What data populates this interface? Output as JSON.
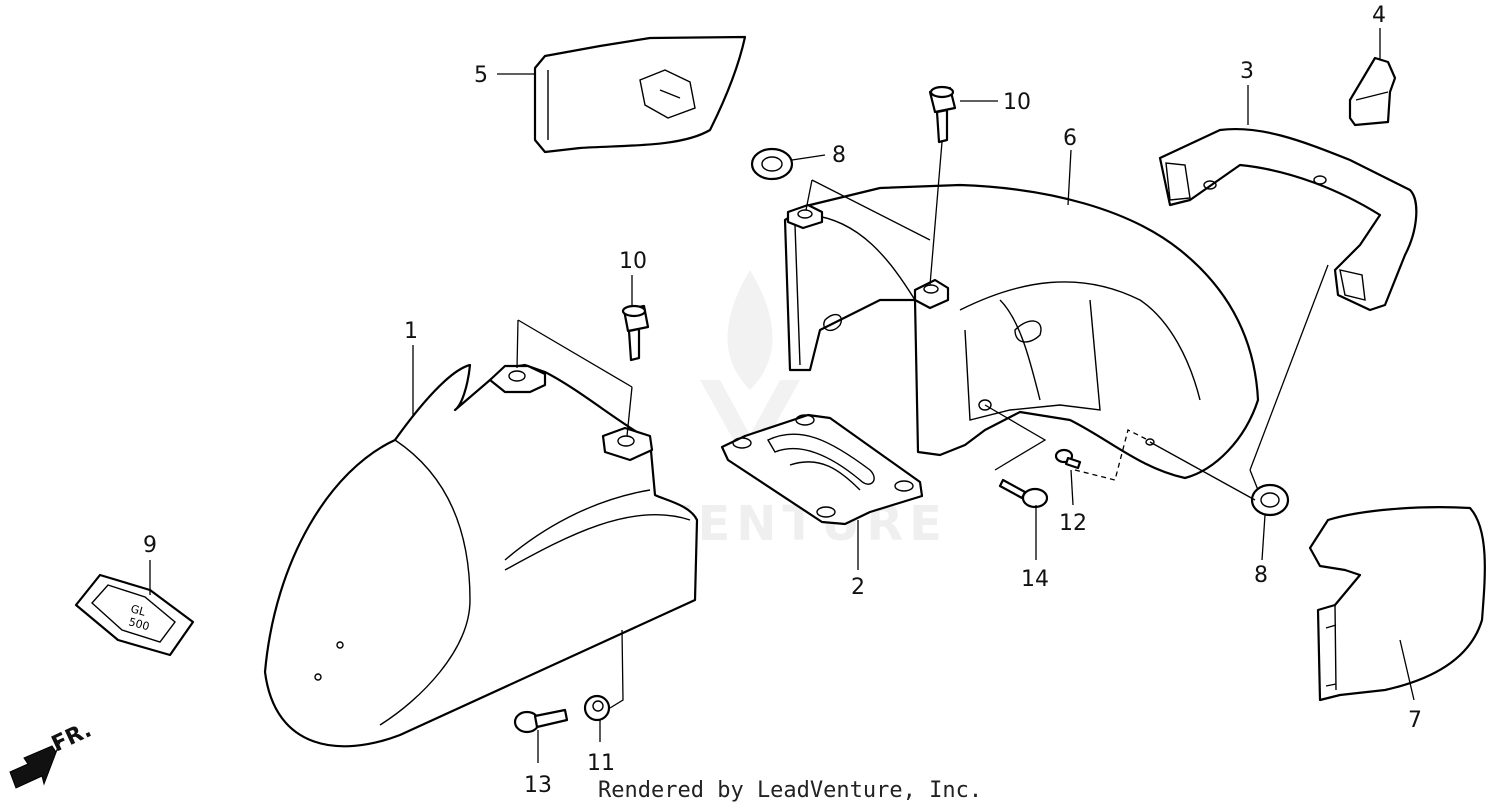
{
  "diagram": {
    "callouts": [
      {
        "id": "1",
        "label": "1"
      },
      {
        "id": "2",
        "label": "2"
      },
      {
        "id": "3",
        "label": "3"
      },
      {
        "id": "4",
        "label": "4"
      },
      {
        "id": "5",
        "label": "5"
      },
      {
        "id": "6",
        "label": "6"
      },
      {
        "id": "7",
        "label": "7"
      },
      {
        "id": "8a",
        "label": "8"
      },
      {
        "id": "8b",
        "label": "8"
      },
      {
        "id": "9",
        "label": "9"
      },
      {
        "id": "10a",
        "label": "10"
      },
      {
        "id": "10b",
        "label": "10"
      },
      {
        "id": "11",
        "label": "11"
      },
      {
        "id": "12",
        "label": "12"
      },
      {
        "id": "13",
        "label": "13"
      },
      {
        "id": "14",
        "label": "14"
      }
    ],
    "direction_label": "FR.",
    "emblem_text": [
      "GL",
      "500"
    ],
    "watermark": "LEADVENTURE",
    "credit": "Rendered by LeadVenture, Inc."
  }
}
